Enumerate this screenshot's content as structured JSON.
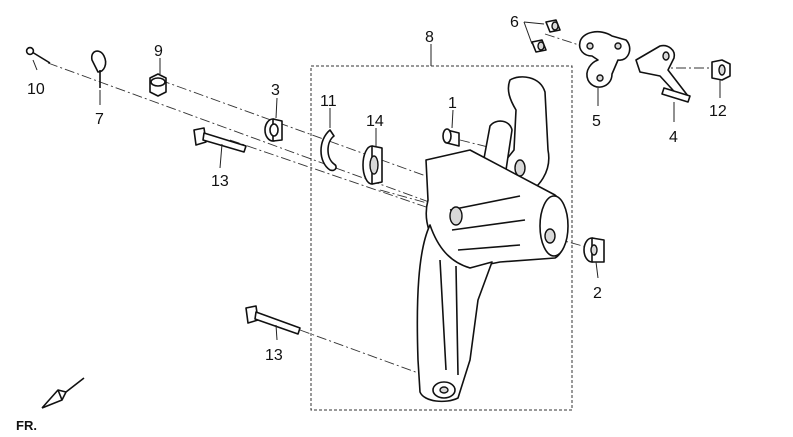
{
  "callouts": {
    "c1": "1",
    "c2": "2",
    "c3": "3",
    "c4": "4",
    "c5": "5",
    "c6": "6",
    "c7": "7",
    "c8": "8",
    "c9": "9",
    "c10": "10",
    "c11": "11",
    "c12": "12",
    "c13a": "13",
    "c13b": "13",
    "c14": "14"
  },
  "orientation": {
    "label": "FR."
  }
}
